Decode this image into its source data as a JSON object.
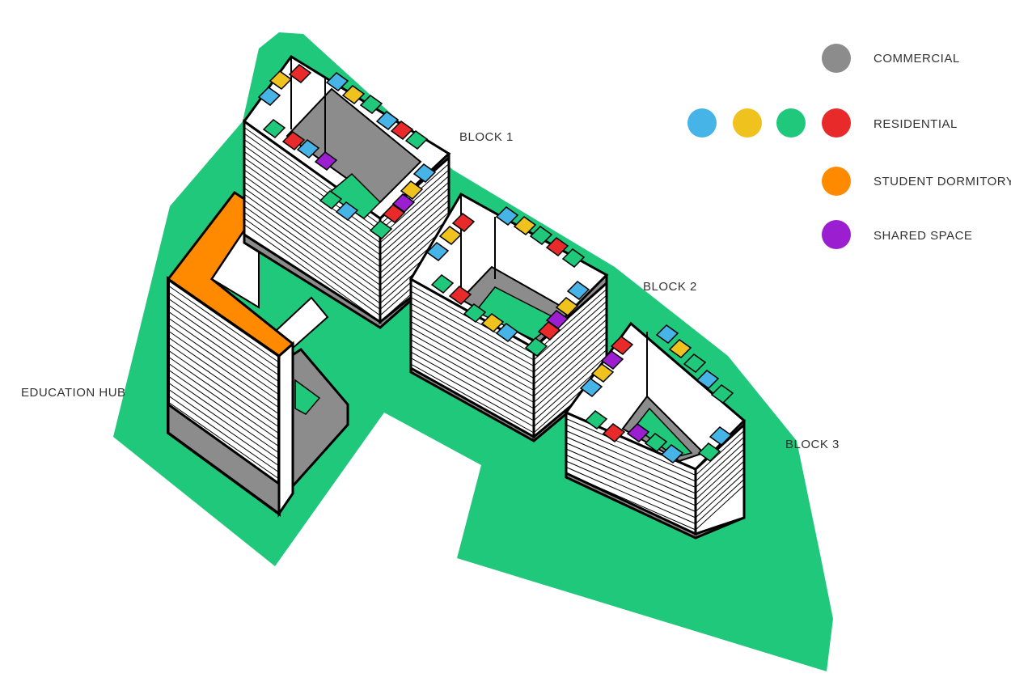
{
  "labels": {
    "block1": "BLOCK 1",
    "block2": "BLOCK 2",
    "block3": "BLOCK 3",
    "education_hub": "EDUCATION HUB"
  },
  "legend": [
    {
      "label": "COMMERCIAL",
      "colors": [
        "#8c8c8c"
      ]
    },
    {
      "label": "RESIDENTIAL",
      "colors": [
        "#46b4e6",
        "#f0c21e",
        "#1fc87a",
        "#e82a2a"
      ]
    },
    {
      "label": "STUDENT DORMITORY",
      "colors": [
        "#ff8a00"
      ]
    },
    {
      "label": "SHARED SPACE",
      "colors": [
        "#9b1fd0"
      ]
    }
  ],
  "colors": {
    "site": "#1fc87a",
    "commercial": "#8c8c8c",
    "res_blue": "#46b4e6",
    "res_yellow": "#f0c21e",
    "res_green": "#1fc87a",
    "res_red": "#e82a2a",
    "dormitory": "#ff8a00",
    "shared": "#9b1fd0"
  }
}
